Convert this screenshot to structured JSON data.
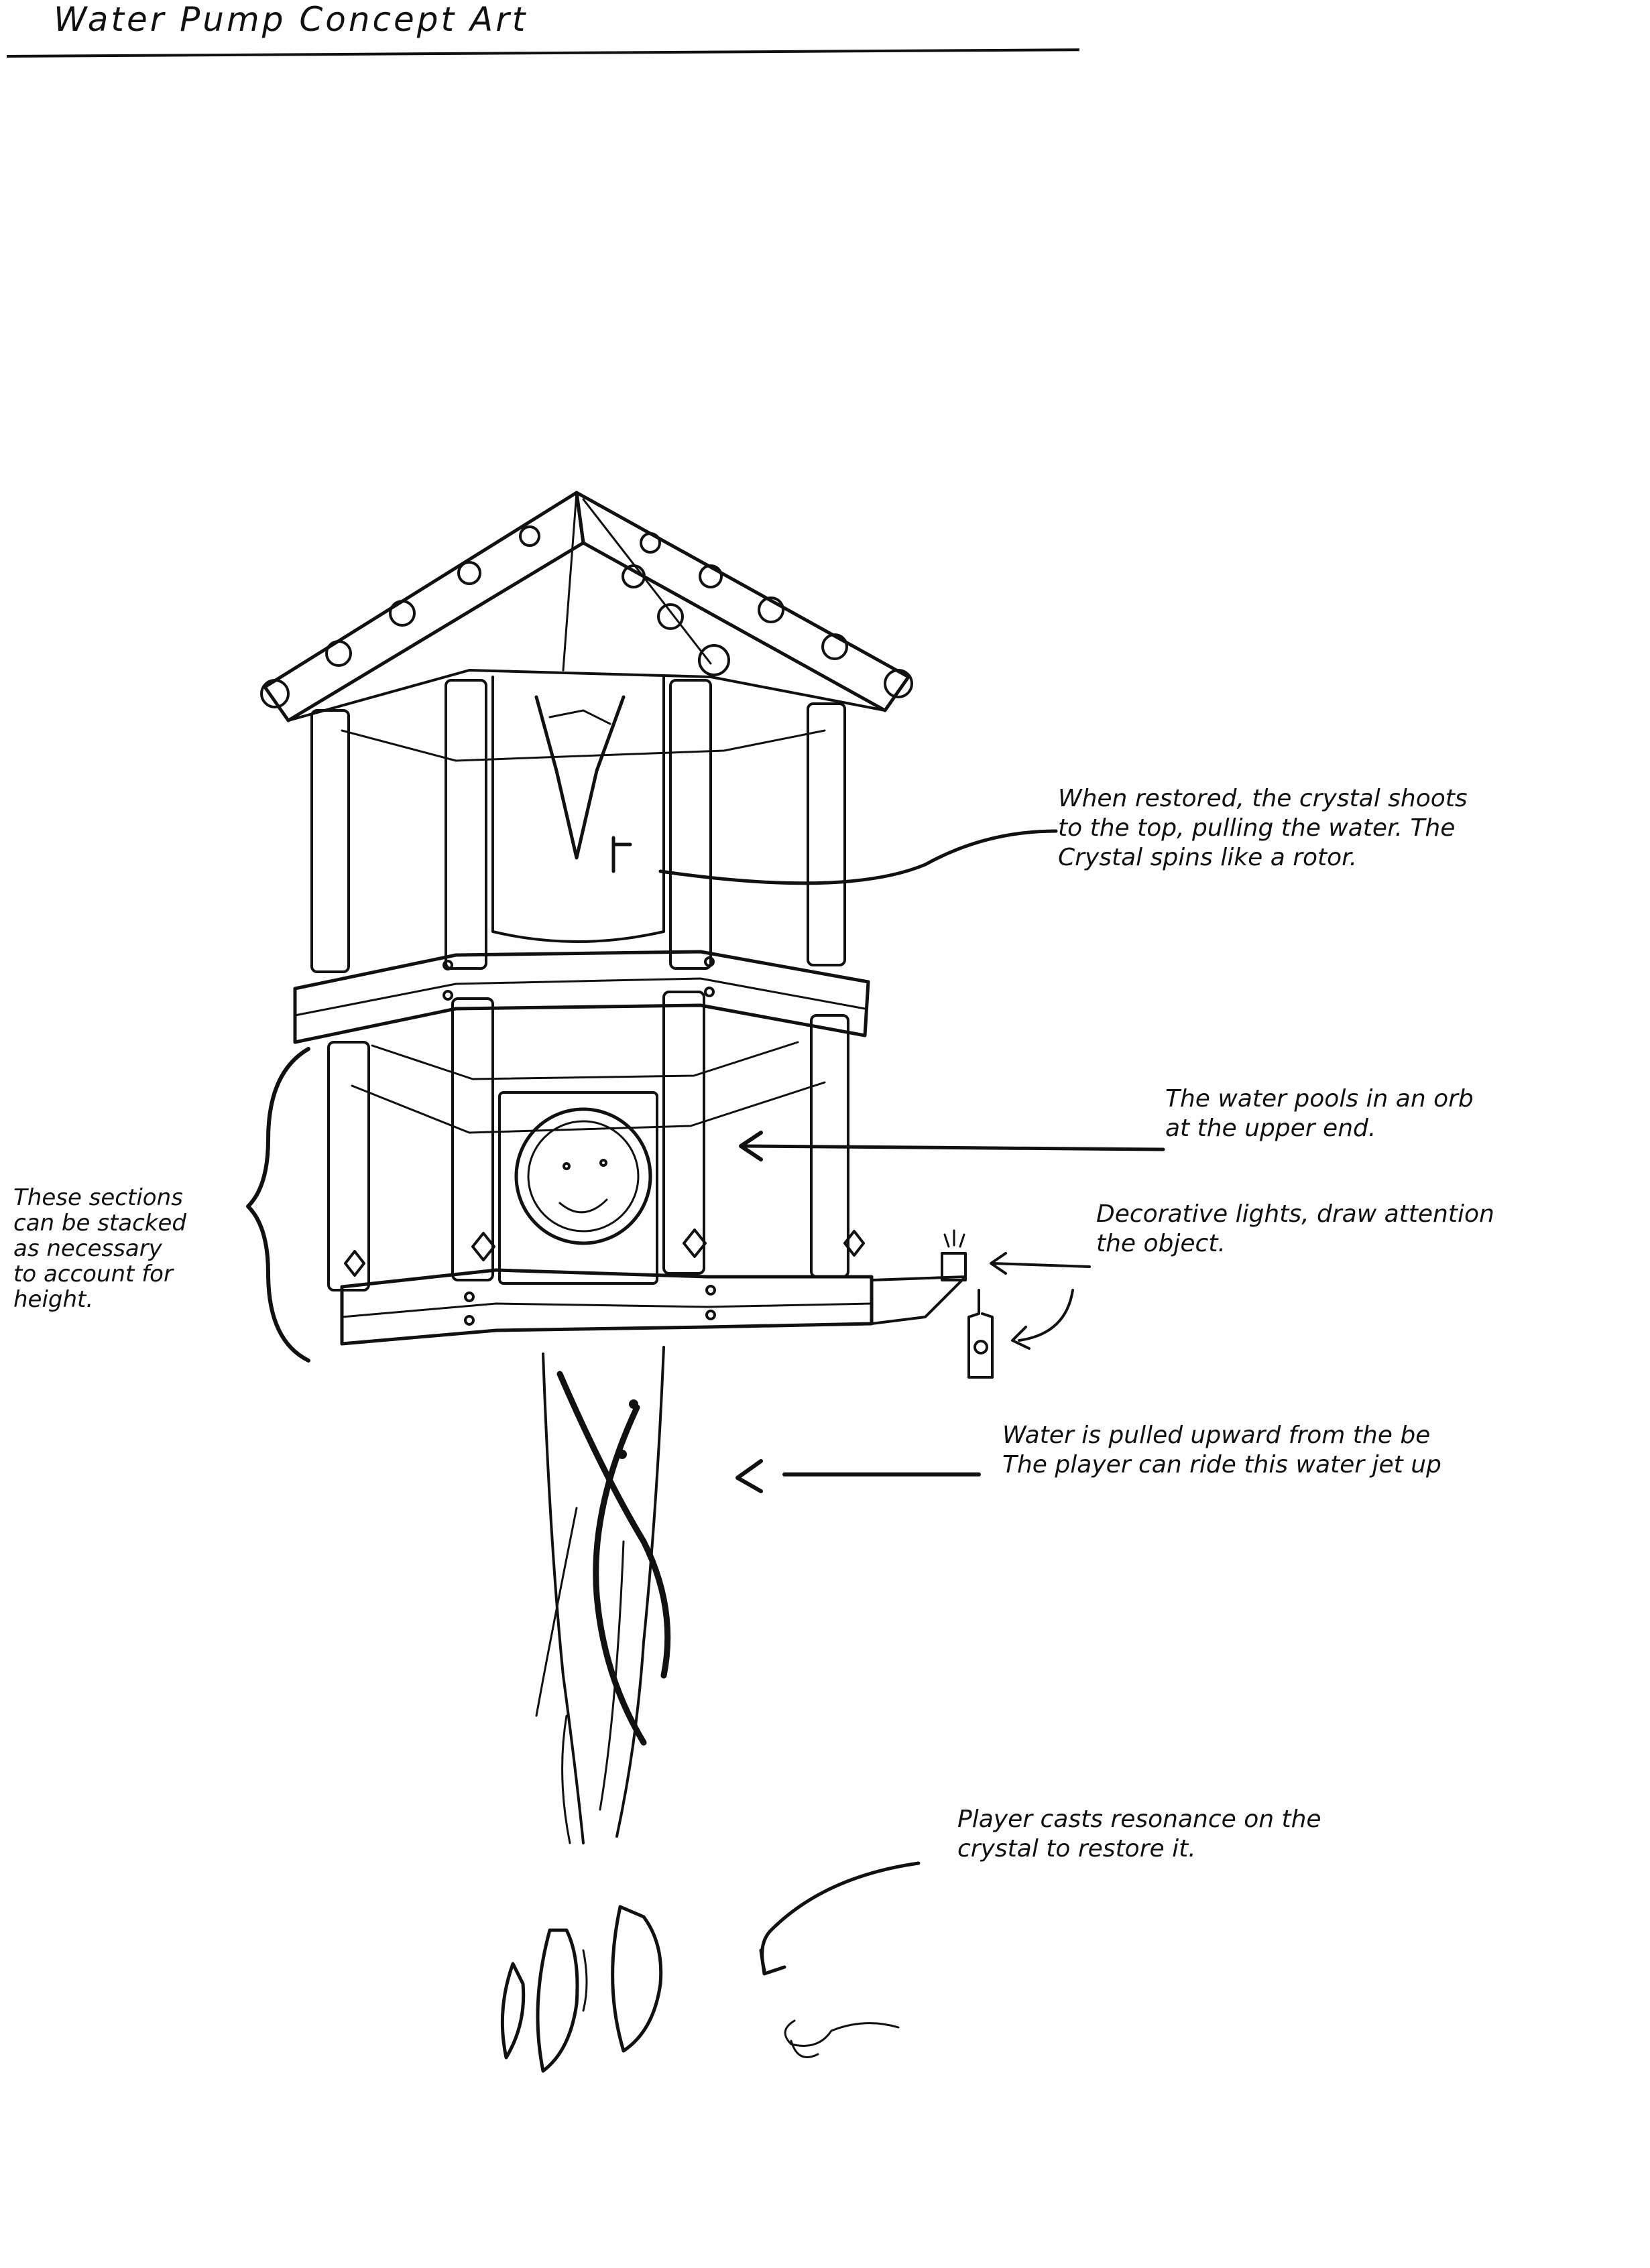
{
  "header": {
    "title": "Water Pump Concept Art"
  },
  "annotations": {
    "crystal": {
      "lines": [
        "When restored, the crystal shoots",
        "to the top, pulling the water. The",
        "Crystal spins like a rotor."
      ]
    },
    "orb": {
      "lines": [
        "The water pools in an orb",
        "at the upper end."
      ]
    },
    "lights": {
      "lines": [
        "Decorative lights, draw attention",
        "the object."
      ]
    },
    "water": {
      "lines": [
        "Water is pulled upward from the be",
        "The player can ride this water jet up"
      ]
    },
    "player": {
      "lines": [
        "Player casts resonance on the",
        "crystal to restore it."
      ]
    },
    "sections": {
      "lines": [
        "These sections",
        "can be stacked",
        "as necessary",
        "to account for",
        "height."
      ]
    }
  },
  "colors": {
    "ink": "#111111",
    "paper": "#ffffff"
  }
}
